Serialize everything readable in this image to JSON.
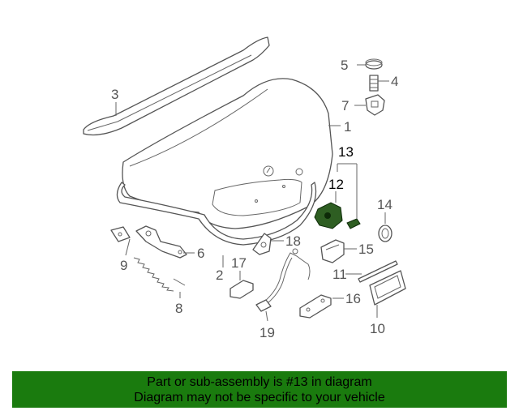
{
  "diagram": {
    "callouts": [
      "1",
      "2",
      "3",
      "4",
      "5",
      "6",
      "7",
      "8",
      "9",
      "10",
      "11",
      "12",
      "13",
      "14",
      "15",
      "16",
      "17",
      "18",
      "19"
    ],
    "highlighted_part": "13"
  },
  "banner": {
    "line1": "Part or sub-assembly is #13 in diagram",
    "line2": "Diagram may not be specific to your vehicle",
    "color": "#1a7b0e"
  }
}
